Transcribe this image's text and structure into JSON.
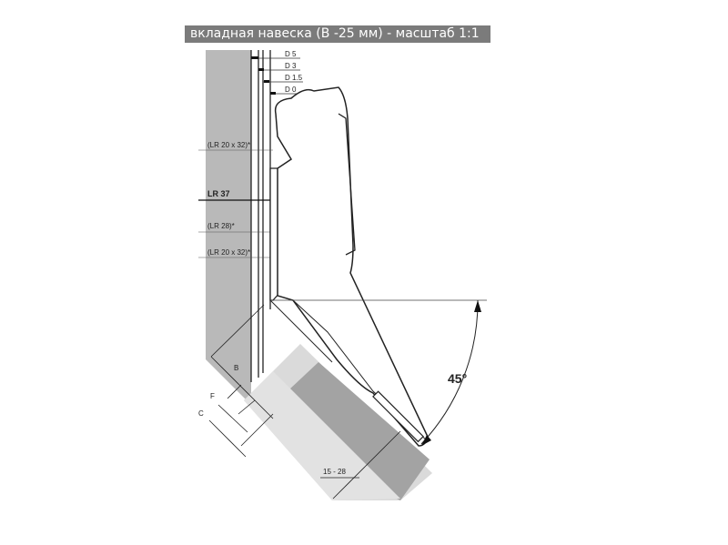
{
  "title": "вкладная навеска (B -25 мм) - масштаб 1:1",
  "distance_labels": [
    "D 5",
    "D 3",
    "D 1.5",
    "D 0"
  ],
  "lr_labels": [
    "(LR 20 x 32)*",
    "LR 37",
    "(LR 28)*",
    "(LR 20 x 32)*"
  ],
  "dimension_labels": {
    "b": "B",
    "f": "F",
    "c": "C",
    "range": "15 - 28"
  },
  "angle_label": "45°",
  "colors": {
    "title_bg": "#7b7b7b",
    "panel": "#b9b9b9",
    "door_light": "#dadada",
    "door_dark": "#a3a3a3"
  }
}
